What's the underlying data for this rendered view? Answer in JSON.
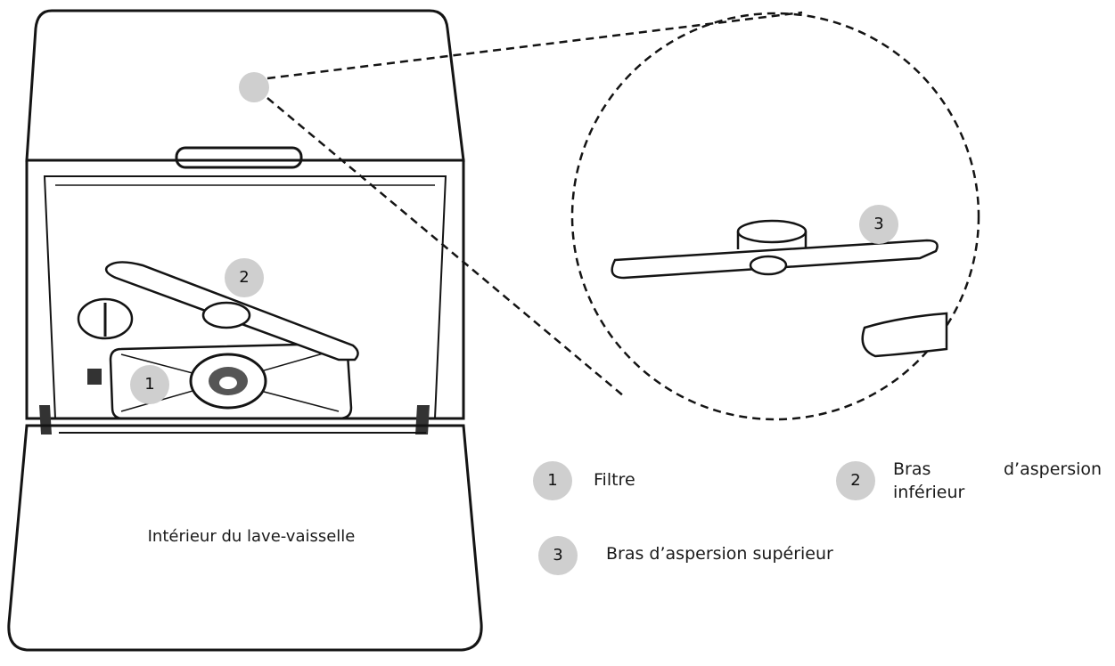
{
  "door_label": "Intérieur du lave-vaisselle",
  "callouts": [
    "1",
    "2",
    "3"
  ],
  "legend": [
    {
      "num": "1",
      "text": "Filtre"
    },
    {
      "num": "2",
      "line1": "Bras",
      "line2": "d’aspersion",
      "line3": "inférieur"
    },
    {
      "num": "3",
      "text": "Bras d’aspersion supérieur"
    }
  ],
  "colors": {
    "line": "#141414",
    "badge": "#cfcfcf"
  }
}
